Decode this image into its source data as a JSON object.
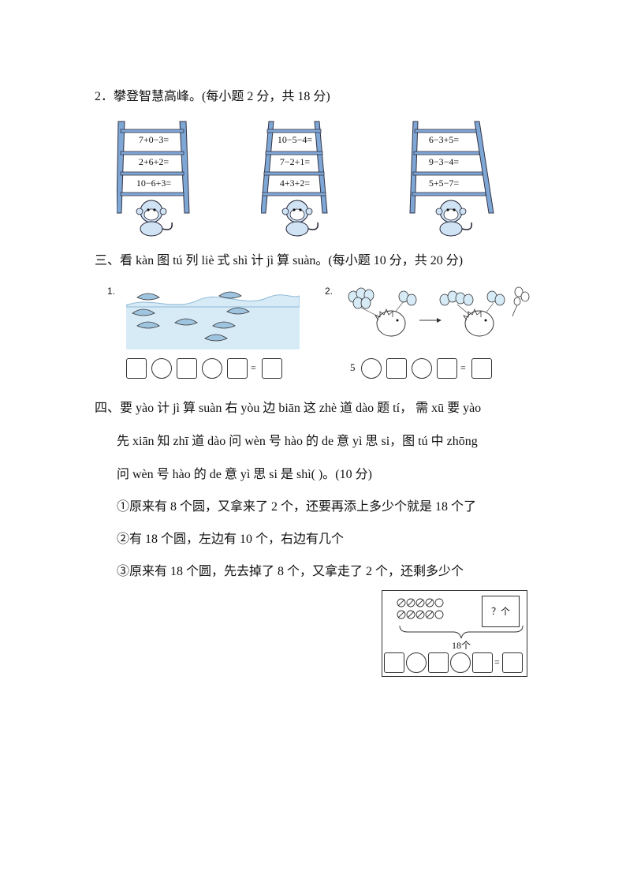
{
  "section2": {
    "title": "2．攀登智慧高峰。(每小题 2 分，共 18 分)",
    "ladders": [
      {
        "rungs": [
          "7+0−3=",
          "2+6+2=",
          "10−6+3="
        ]
      },
      {
        "rungs": [
          "10−5−4=",
          "7−2+1=",
          "4+3+2="
        ]
      },
      {
        "rungs": [
          "6−3+5=",
          "9−3−4=",
          "5+5−7="
        ]
      }
    ]
  },
  "section3": {
    "title": "三、看 kàn 图 tú 列 liè 式 shì 计 jì 算 suàn。(每小题 10 分，共 20 分)",
    "p1_number": "1.",
    "p2_number": "2.",
    "p2_start": "5",
    "eq_sign": "="
  },
  "section4": {
    "line1": "四、要 yào 计 jì 算 suàn 右 yòu 边 biān 这 zhè 道 dào 题 tí，  需 xū 要 yào",
    "line2": "先 xiān 知 zhī 道 dào 问 wèn 号 hào 的 de 意 yì 思 si，图 tú 中 zhōng",
    "line3": "问 wèn 号 hào 的 de 意 yì 思 si 是 shì(       )。(10 分)",
    "opt1": "①原来有 8 个圆，又拿来了 2 个，还要再添上多少个就是 18 个了",
    "opt2": "②有 18 个圆，左边有 10 个，右边有几个",
    "opt3": "③原来有 18 个圆，先去掉了 8 个，又拿走了 2 个，还剩多少个",
    "figure_question": "？个",
    "figure_total": "18个",
    "eq_sign": "="
  }
}
